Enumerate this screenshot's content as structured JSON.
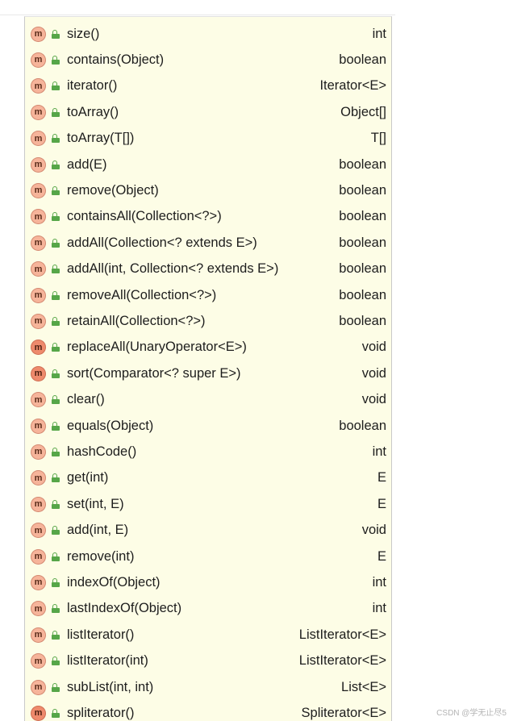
{
  "methods": [
    {
      "signature": "size()",
      "return_type": "int",
      "icon": "method-m-icon"
    },
    {
      "signature": "contains(Object)",
      "return_type": "boolean",
      "icon": "method-m-icon"
    },
    {
      "signature": "iterator()",
      "return_type": "Iterator<E>",
      "icon": "method-m-icon"
    },
    {
      "signature": "toArray()",
      "return_type": "Object[]",
      "icon": "method-m-icon"
    },
    {
      "signature": "toArray(T[])",
      "return_type": "T[]",
      "icon": "method-m-icon"
    },
    {
      "signature": "add(E)",
      "return_type": "boolean",
      "icon": "method-m-icon"
    },
    {
      "signature": "remove(Object)",
      "return_type": "boolean",
      "icon": "method-m-icon"
    },
    {
      "signature": "containsAll(Collection<?>)",
      "return_type": "boolean",
      "icon": "method-m-icon"
    },
    {
      "signature": "addAll(Collection<? extends E>)",
      "return_type": "boolean",
      "icon": "method-m-icon"
    },
    {
      "signature": "addAll(int, Collection<? extends E>)",
      "return_type": "boolean",
      "icon": "method-m-icon"
    },
    {
      "signature": "removeAll(Collection<?>)",
      "return_type": "boolean",
      "icon": "method-m-icon"
    },
    {
      "signature": "retainAll(Collection<?>)",
      "return_type": "boolean",
      "icon": "method-m-icon"
    },
    {
      "signature": "replaceAll(UnaryOperator<E>)",
      "return_type": "void",
      "icon": "default-method-m-icon"
    },
    {
      "signature": "sort(Comparator<? super E>)",
      "return_type": "void",
      "icon": "default-method-m-icon"
    },
    {
      "signature": "clear()",
      "return_type": "void",
      "icon": "method-m-icon"
    },
    {
      "signature": "equals(Object)",
      "return_type": "boolean",
      "icon": "method-m-icon"
    },
    {
      "signature": "hashCode()",
      "return_type": "int",
      "icon": "method-m-icon"
    },
    {
      "signature": "get(int)",
      "return_type": "E",
      "icon": "method-m-icon"
    },
    {
      "signature": "set(int, E)",
      "return_type": "E",
      "icon": "method-m-icon"
    },
    {
      "signature": "add(int, E)",
      "return_type": "void",
      "icon": "method-m-icon"
    },
    {
      "signature": "remove(int)",
      "return_type": "E",
      "icon": "method-m-icon"
    },
    {
      "signature": "indexOf(Object)",
      "return_type": "int",
      "icon": "method-m-icon"
    },
    {
      "signature": "lastIndexOf(Object)",
      "return_type": "int",
      "icon": "method-m-icon"
    },
    {
      "signature": "listIterator()",
      "return_type": "ListIterator<E>",
      "icon": "method-m-icon"
    },
    {
      "signature": "listIterator(int)",
      "return_type": "ListIterator<E>",
      "icon": "method-m-icon"
    },
    {
      "signature": "subList(int, int)",
      "return_type": "List<E>",
      "icon": "method-m-icon"
    },
    {
      "signature": "spliterator()",
      "return_type": "Spliterator<E>",
      "icon": "default-method-m-icon"
    }
  ],
  "icon_letter": "m",
  "watermark": "CSDN @学无止尽5",
  "colors": {
    "popup_bg": "#fdfde6",
    "method_icon": "#f6b49a",
    "default_method_icon": "#ee8a6c",
    "public_lock": "#56a648"
  }
}
